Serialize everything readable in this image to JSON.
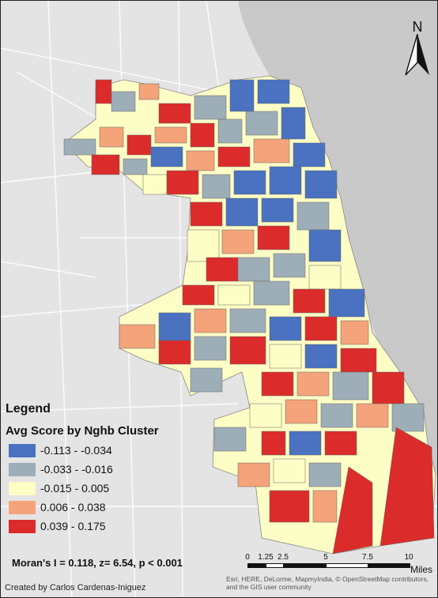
{
  "map": {
    "north_label": "N",
    "legend": {
      "title": "Legend",
      "subtitle": "Avg Score by Nghb Cluster",
      "classes": [
        {
          "label": "-0.113 - -0.034",
          "color": "#4a72c0"
        },
        {
          "label": "-0.033 - -0.016",
          "color": "#9eaeb8"
        },
        {
          "label": "-0.015 - 0.005",
          "color": "#fdfdc6"
        },
        {
          "label": "0.006 - 0.038",
          "color": "#f4a37a"
        },
        {
          "label": "0.039 - 0.175",
          "color": "#dc2b2b"
        }
      ]
    },
    "stats_text": "Moran's I = 0.118, z= 6.54, p < 0.001",
    "scale": {
      "ticks": [
        "0",
        "1.25",
        "2.5",
        "5",
        "7.5",
        "10"
      ],
      "units": "Miles"
    },
    "attribution": "Esri, HERE, DeLorme, MapmyIndia, © OpenStreetMap contributors, and the GIS user community",
    "credit": "Created by Carlos Cardenas-Iniguez",
    "colors": {
      "lake": "#c9c9c9",
      "land": "#e6e6e6",
      "roads": "#ffffff"
    }
  }
}
